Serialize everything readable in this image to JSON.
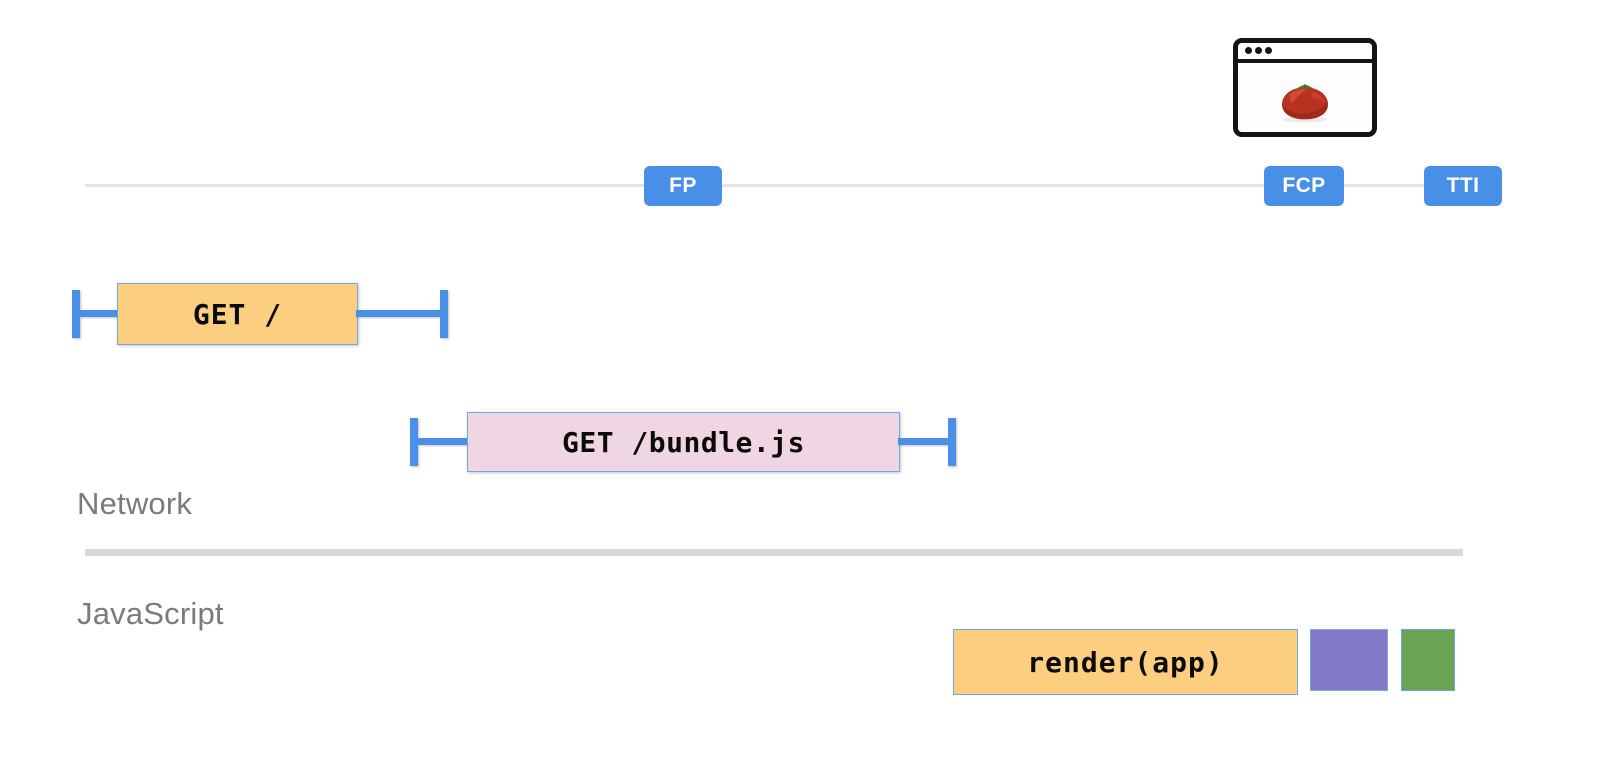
{
  "screenshot_preview": {
    "icon": "browser-window-icon",
    "content_image": "tomato-photo",
    "dots": 3
  },
  "timeline": {
    "markers": [
      {
        "id": "fp",
        "label": "FP",
        "color": "#4a8fe7"
      },
      {
        "id": "fcp",
        "label": "FCP",
        "color": "#4a8fe7"
      },
      {
        "id": "tti",
        "label": "TTI",
        "color": "#4a8fe7"
      }
    ],
    "line_color": "#e3e4e4"
  },
  "lanes": [
    {
      "id": "network",
      "label": "Network"
    },
    {
      "id": "javascript",
      "label": "JavaScript"
    }
  ],
  "network_requests": [
    {
      "id": "get-root",
      "label": "GET /",
      "bar_color": "#fbcf7f",
      "border_color": "#6fa8e8",
      "whisker_color": "#4a90e8"
    },
    {
      "id": "get-bundle-js",
      "label": "GET /bundle.js",
      "bar_color": "#f0d6e2",
      "border_color": "#6fa8e8",
      "whisker_color": "#4a90e8"
    }
  ],
  "js_tasks": [
    {
      "id": "render-app",
      "label": "render(app)",
      "color": "#fbcf7f"
    },
    {
      "id": "task-purple",
      "label": "",
      "color": "#8179c7"
    },
    {
      "id": "task-green",
      "label": "",
      "color": "#6aa352"
    }
  ],
  "divider": {
    "color": "#d8dad9"
  }
}
